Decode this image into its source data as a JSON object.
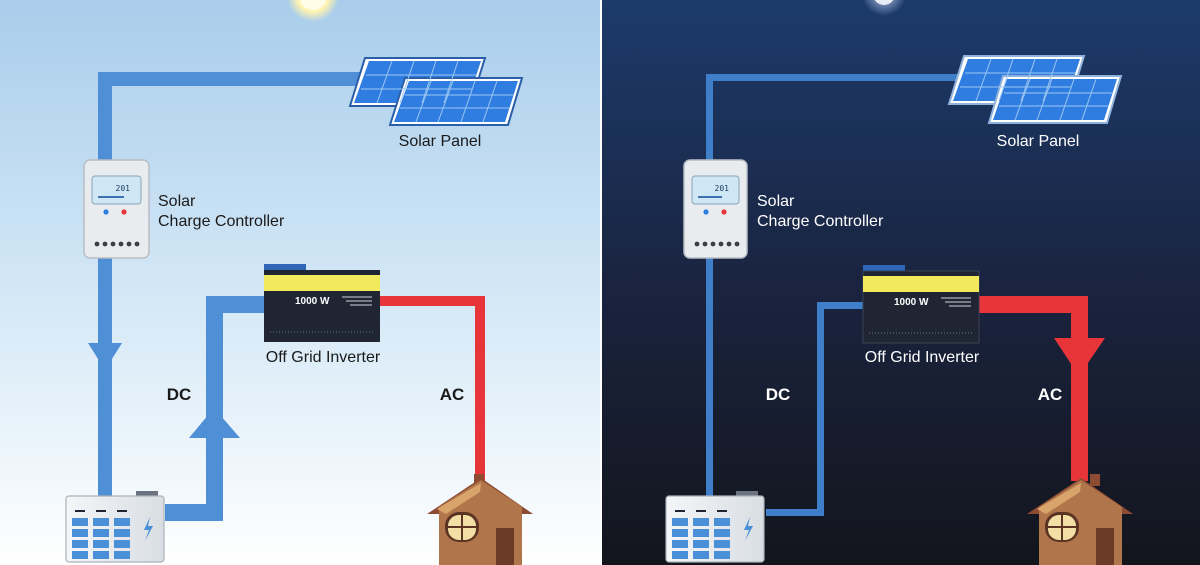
{
  "panels": [
    {
      "id": "day",
      "scene": "daytime",
      "labels": {
        "solar_panel": "Solar Panel",
        "controller_line1": "Solar",
        "controller_line2": "Charge Controller",
        "inverter": "Off Grid Inverter",
        "inverter_rating": "1000 W",
        "controller_display": "201",
        "dc": "DC",
        "ac": "AC"
      }
    },
    {
      "id": "night",
      "scene": "nighttime",
      "labels": {
        "solar_panel": "Solar Panel",
        "controller_line1": "Solar",
        "controller_line2": "Charge Controller",
        "inverter": "Off Grid Inverter",
        "inverter_rating": "1000 W",
        "controller_display": "201",
        "dc": "DC",
        "ac": "AC"
      }
    }
  ],
  "colors": {
    "day_sky_top": "#a9cdeb",
    "day_sky_bottom": "#ffffff",
    "night_sky_top": "#1c3b6b",
    "night_sky_bottom": "#13151c",
    "dc_wire": "#4f8fd6",
    "dc_wire_night": "#3f7fca",
    "ac_wire": "#e8353a",
    "inverter_body": "#1f2533",
    "inverter_stripe": "#f2ea5c",
    "panel_blue": "#2f7de0",
    "house_wall": "#b0754a",
    "house_roof": "#8c4b32",
    "window_glow": "#f2dfa6",
    "battery_cell": "#4a90d9",
    "text_day": "#1a1a1a",
    "text_night": "#ffffff"
  },
  "icons": [
    "sun-icon",
    "moon-icon",
    "solar-panel-icon",
    "charge-controller-icon",
    "inverter-icon",
    "battery-icon",
    "house-icon",
    "flow-arrow-icon"
  ]
}
